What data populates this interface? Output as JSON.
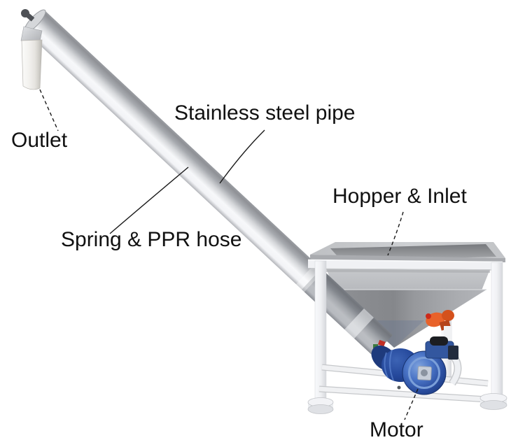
{
  "figure": {
    "type": "annotated-machine-diagram",
    "subject": "Inclined spiral screw conveyor with hopper, flexible pipe, outlet and drive motor",
    "background": "#ffffff"
  },
  "annotations": [
    {
      "id": "outlet",
      "label": "Outlet",
      "leader_style": "dashed"
    },
    {
      "id": "stainless-steel-pipe",
      "label": "Stainless steel pipe",
      "leader_style": "solid"
    },
    {
      "id": "spring-ppr-hose",
      "label": "Spring & PPR hose",
      "leader_style": "solid"
    },
    {
      "id": "hopper-inlet",
      "label": "Hopper & Inlet",
      "leader_style": "dashed"
    },
    {
      "id": "motor",
      "label": "Motor",
      "leader_style": "dashed"
    }
  ],
  "colors": {
    "label_text": "#111111",
    "leader_line": "#1a1a1a",
    "pipe_silver": "#d6d8dc",
    "pipe_shadow": "#8f9196",
    "hopper_steel": "#b6b8bb",
    "funnel_dark": "#85878b",
    "frame_white": "#f0f1f4",
    "frame_shade": "#c6c8cb",
    "motor_blue": "#2a4d9e",
    "motor_blue_dark": "#1c3a80",
    "gearbox_blue": "#33579f",
    "vibrator_orange": "#e8622a",
    "outlet_sleeve": "#f3f2ef",
    "bolt_gray": "#4e5156"
  }
}
